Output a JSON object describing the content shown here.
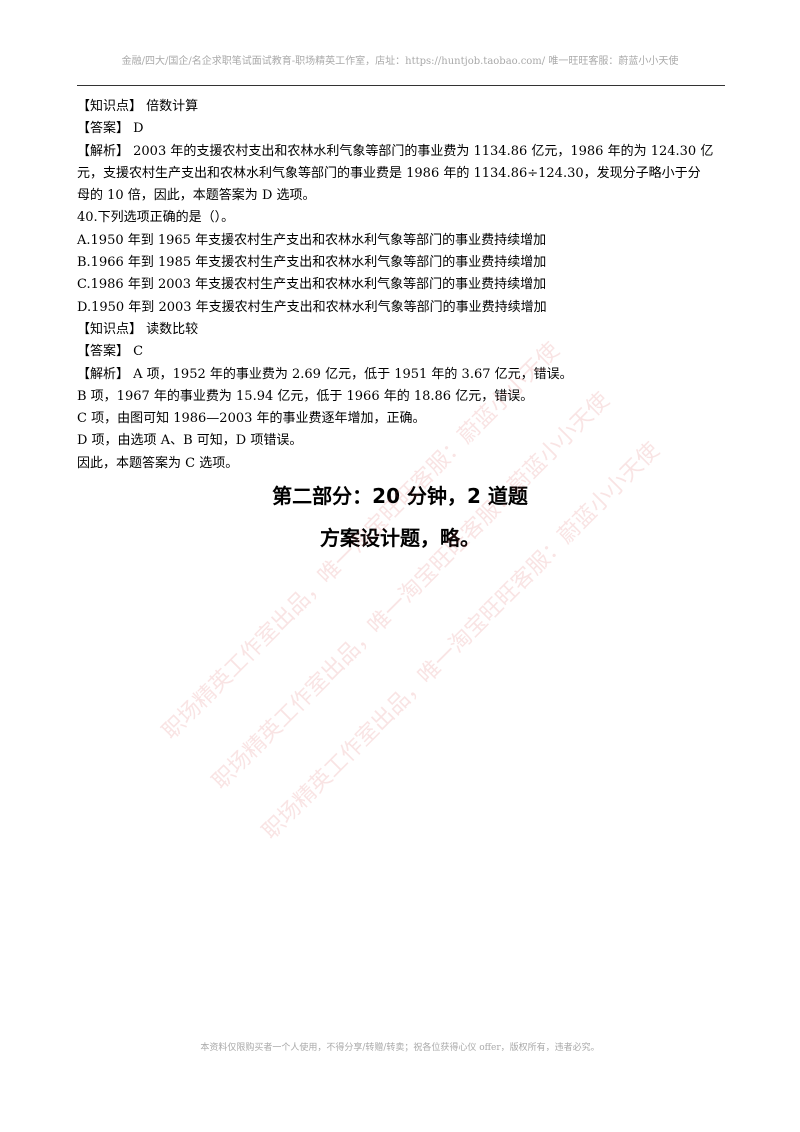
{
  "header": {
    "text": "金融/四大/国企/名企求职笔试面试教育-职场精英工作室，店址：https://huntjob.taobao.com/  唯一旺旺客服：蔚蓝小小天使"
  },
  "q39": {
    "knowledge": "【知识点】 倍数计算",
    "answer": "【答案】 D",
    "analysis_line1": "【解析】 2003 年的支援农村支出和农林水利气象等部门的事业费为 1134.86 亿元，1986 年的为 124.30 亿",
    "analysis_line2": "元，支援农村生产支出和农林水利气象等部门的事业费是 1986 年的 1134.86÷124.30，发现分子略小于分",
    "analysis_line3": "母的 10 倍，因此，本题答案为 D 选项。"
  },
  "q40": {
    "question": "40.下列选项正确的是（）。",
    "options": [
      "A.1950 年到 1965 年支援农村生产支出和农林水利气象等部门的事业费持续增加",
      "B.1966 年到 1985 年支援农村生产支出和农林水利气象等部门的事业费持续增加",
      "C.1986 年到 2003 年支援农村生产支出和农林水利气象等部门的事业费持续增加",
      "D.1950 年到 2003 年支援农村生产支出和农林水利气象等部门的事业费持续增加"
    ],
    "knowledge": "【知识点】 读数比较",
    "answer": "【答案】 C",
    "analysis": [
      "【解析】 A 项，1952 年的事业费为 2.69 亿元，低于 1951 年的 3.67 亿元，错误。",
      "B 项，1967 年的事业费为 15.94 亿元，低于 1966 年的 18.86 亿元，错误。",
      "C 项，由图可知 1986—2003 年的事业费逐年增加，正确。",
      "D 项，由选项 A、B 可知，D 项错误。",
      "因此，本题答案为 C 选项。"
    ]
  },
  "part2": {
    "title": "第二部分：20 分钟，2 道题",
    "subtitle": "方案设计题，略。"
  },
  "watermark": {
    "line1": "职场精英工作室出品，唯一淘宝旺旺客服：蔚蓝小小天使",
    "line2": "职场精英工作室出品，唯一淘宝旺旺客服：蔚蓝小小天使",
    "line3": "职场精英工作室出品，唯一淘宝旺旺客服：蔚蓝小小天使"
  },
  "footer": {
    "text": "本资料仅限购买者一个人使用，不得分享/转赠/转卖；祝各位获得心仪 offer，版权所有，违者必究。"
  }
}
